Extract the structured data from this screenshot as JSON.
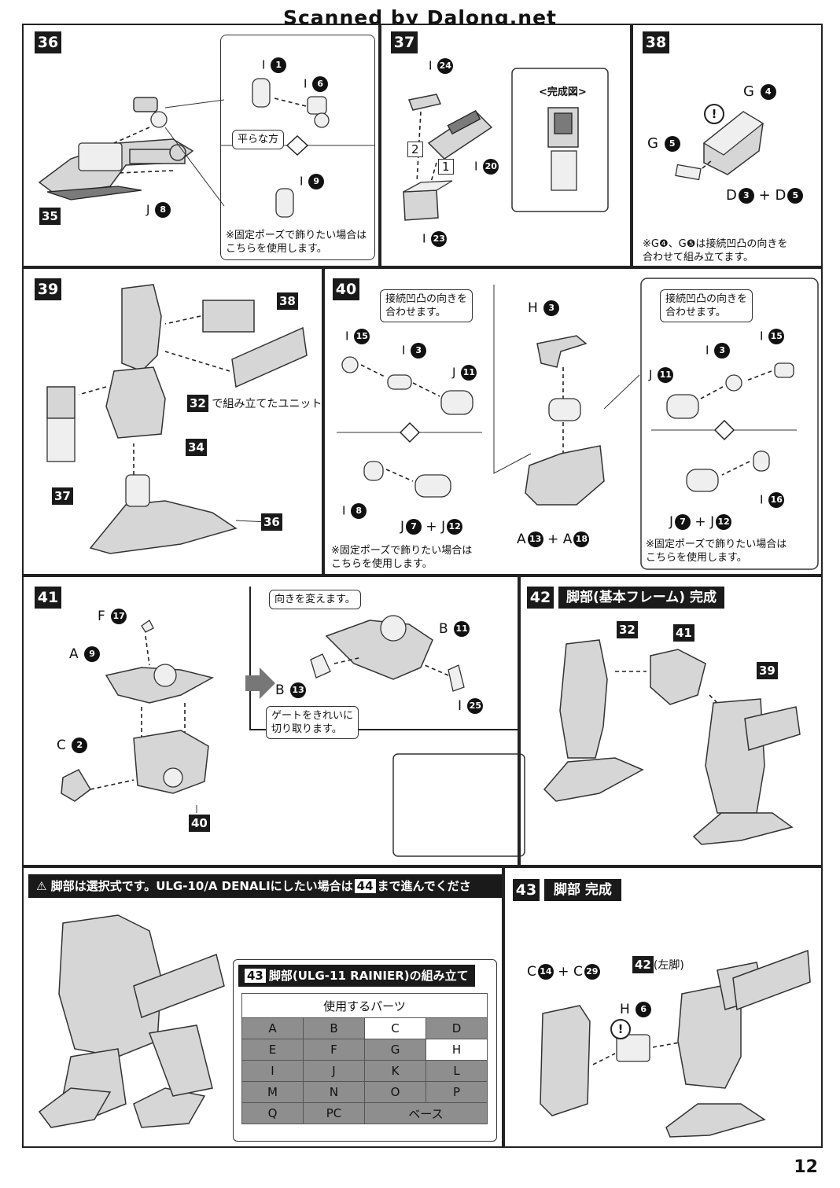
{
  "watermark": "Scanned by Dalong.net",
  "page_number": "12",
  "step36": {
    "num": "36",
    "part_35": "35",
    "j8": "J",
    "j8_n": "8",
    "i1": "I",
    "i1_n": "1",
    "i6": "I",
    "i6_n": "6",
    "i9": "I",
    "i9_n": "9",
    "flat_side": "平らな方",
    "note": "※固定ポーズで飾りたい場合は\nこちらを使用します。"
  },
  "step37": {
    "num": "37",
    "i24": "I",
    "i24_n": "24",
    "i20": "I",
    "i20_n": "20",
    "i23": "I",
    "i23_n": "23",
    "order1": "1",
    "order2": "2",
    "complete_label": "<完成図>"
  },
  "step38": {
    "num": "38",
    "g4": "G",
    "g4_n": "4",
    "g5": "G",
    "g5_n": "5",
    "d3": "D",
    "d3_n": "3",
    "plus": "+",
    "d5": "D",
    "d5_n": "5",
    "warning": "!",
    "note": "※G❹、G❺は接続凹凸の向きを\n合わせて組み立てます。"
  },
  "step39": {
    "num": "39",
    "p38": "38",
    "p32": "32",
    "p32_text": "で組み立てたユニット",
    "p34": "34",
    "p37": "37",
    "p36": "36"
  },
  "step40": {
    "num": "40",
    "bubble": "接続凹凸の向きを\n合わせます。",
    "i15": "I",
    "i15_n": "15",
    "i3": "I",
    "i3_n": "3",
    "j11": "J",
    "j11_n": "11",
    "h3": "H",
    "h3_n": "3",
    "i8": "I",
    "i8_n": "8",
    "j7": "J",
    "j7_n": "7",
    "j12": "J",
    "j12_n": "12",
    "i16": "I",
    "i16_n": "16",
    "a13": "A",
    "a13_n": "13",
    "a18": "A",
    "a18_n": "18",
    "plus": "+",
    "note": "※固定ポーズで飾りたい場合は\nこちらを使用します。"
  },
  "step41": {
    "num": "41",
    "f17": "F",
    "f17_n": "17",
    "a9": "A",
    "a9_n": "9",
    "c2": "C",
    "c2_n": "2",
    "p40": "40",
    "turn_bubble": "向きを変えます。",
    "b11": "B",
    "b11_n": "11",
    "b13": "B",
    "b13_n": "13",
    "i25": "I",
    "i25_n": "25",
    "gate_bubble": "ゲートをきれいに\n切り取ります。"
  },
  "step42": {
    "num": "42",
    "title": "脚部(基本フレーム) 完成",
    "p32": "32",
    "p41": "41",
    "p39": "39"
  },
  "notice": {
    "prefix": "脚部は選択式です。ULG-10/A DENALIにしたい場合は",
    "num": "44",
    "suffix": "まで進んでください。"
  },
  "parts_table": {
    "num": "43",
    "title": "脚部(ULG-11 RAINIER)の組み立て",
    "header": "使用するパーツ",
    "rows": [
      [
        "A",
        "B",
        "C",
        "D"
      ],
      [
        "E",
        "F",
        "G",
        "H"
      ],
      [
        "I",
        "J",
        "K",
        "L"
      ],
      [
        "M",
        "N",
        "O",
        "P"
      ],
      [
        "Q",
        "PC",
        "ベース"
      ]
    ]
  },
  "step43": {
    "num": "43",
    "title": "脚部 完成",
    "c14": "C",
    "c14_n": "14",
    "plus": "+",
    "c29": "C",
    "c29_n": "29",
    "p42": "42",
    "left_leg": "(左脚)",
    "h6": "H",
    "h6_n": "6",
    "warning": "!"
  }
}
